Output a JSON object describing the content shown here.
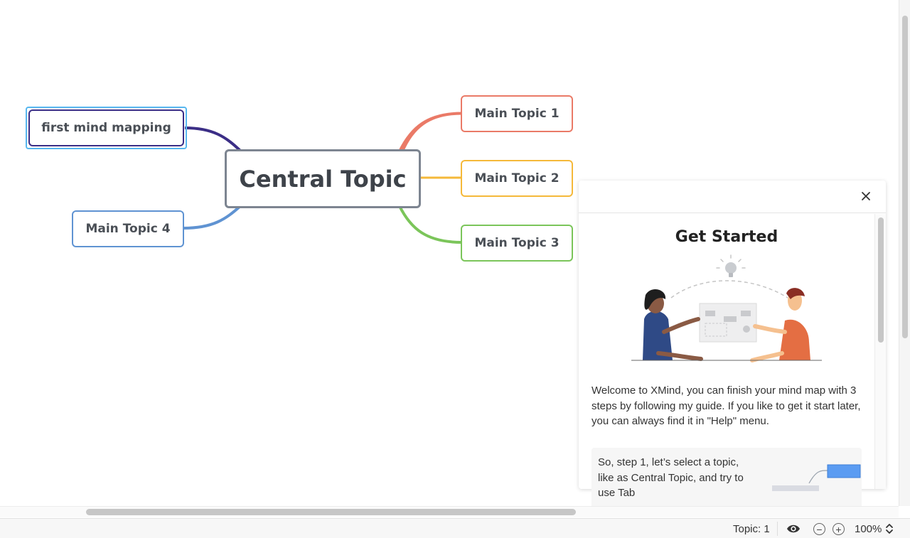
{
  "mindmap": {
    "central": "Central Topic",
    "topic1": "Main Topic 1",
    "topic2": "Main Topic 2",
    "topic3": "Main Topic 3",
    "topic4": "Main Topic 4",
    "selected_topic": "first mind mapping"
  },
  "colors": {
    "topic1": "#ea7a67",
    "topic2": "#f5b93a",
    "topic3": "#7bc55a",
    "topic4": "#5f93d2",
    "selected": "#3b2e86",
    "selection_ring": "#57b7ef",
    "central": "#7d8591"
  },
  "panel": {
    "title": "Get Started",
    "welcome": "Welcome to XMind, you can finish your mind map with 3 steps by following my guide. If you like to get it start later, you can always find it in \"Help\" menu.",
    "step1": "So, step 1, let’s select a topic, like as Central Topic, and try to use Tab",
    "close_icon": "close-icon"
  },
  "statusbar": {
    "topic_count": "Topic: 1",
    "zoom": "100%",
    "zoom_out_label": "−",
    "zoom_in_label": "+"
  }
}
